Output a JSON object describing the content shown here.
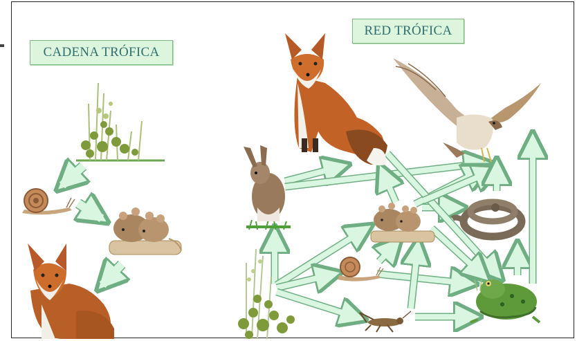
{
  "left_diagram": {
    "title": "CADENA TRÓFICA"
  },
  "right_diagram": {
    "title": "RED TRÓFICA"
  },
  "organisms": {
    "plant": "plant",
    "snail": "snail",
    "mouse": "mouse",
    "fox": "fox",
    "rabbit": "rabbit",
    "hawk": "hawk",
    "snake": "snake",
    "frog": "frog",
    "grasshopper": "grasshopper"
  },
  "colors": {
    "label_fill": "#dcf5dc",
    "label_border": "#7fb87f",
    "label_text": "#2f6f6f",
    "arrow_fill": "#d9f7e0",
    "arrow_stroke": "#6fae82",
    "fox": "#c8682a",
    "rabbit": "#9a7a5c",
    "hawk": "#b89a7a",
    "snake": "#8a7a66",
    "frog": "#5f9a3a",
    "plant": "#8aa64a"
  }
}
